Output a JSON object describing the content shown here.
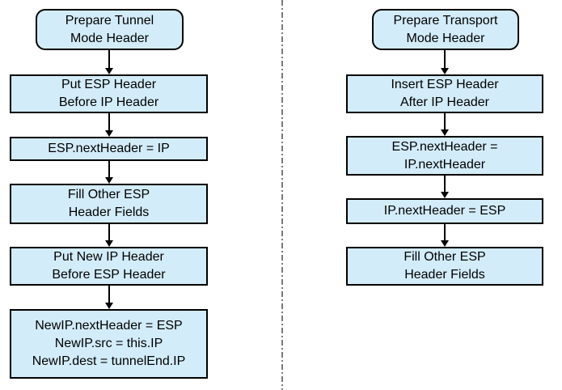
{
  "diagram": {
    "type": "flowchart",
    "description": "ESP header preparation flows for IPsec tunnel mode and transport mode"
  },
  "colors": {
    "node_fill": "#d3ecf9",
    "node_border": "#000000",
    "text": "#000000",
    "divider": "#7a7a7a",
    "background": "#ffffff"
  },
  "flows": [
    {
      "name": "tunnel-mode",
      "nodes": [
        {
          "type": "rounded",
          "lines": [
            "Prepare Tunnel",
            "Mode Header"
          ]
        },
        {
          "type": "rect",
          "lines": [
            "Put ESP Header",
            "Before IP Header"
          ]
        },
        {
          "type": "rect",
          "lines": [
            "ESP.nextHeader = IP"
          ]
        },
        {
          "type": "rect",
          "lines": [
            "Fill Other ESP",
            "Header Fields"
          ]
        },
        {
          "type": "rect",
          "lines": [
            "Put New IP Header",
            "Before ESP Header"
          ]
        },
        {
          "type": "rect",
          "lines": [
            "NewIP.nextHeader = ESP",
            "NewIP.src = this.IP",
            "NewIP.dest = tunnelEnd.IP"
          ]
        }
      ]
    },
    {
      "name": "transport-mode",
      "nodes": [
        {
          "type": "rounded",
          "lines": [
            "Prepare Transport",
            "Mode Header"
          ]
        },
        {
          "type": "rect",
          "lines": [
            "Insert ESP Header",
            "After IP Header"
          ]
        },
        {
          "type": "rect",
          "lines": [
            "ESP.nextHeader =",
            "IP.nextHeader"
          ]
        },
        {
          "type": "rect",
          "lines": [
            "IP.nextHeader = ESP"
          ]
        },
        {
          "type": "rect",
          "lines": [
            "Fill Other ESP",
            "Header Fields"
          ]
        }
      ]
    }
  ]
}
